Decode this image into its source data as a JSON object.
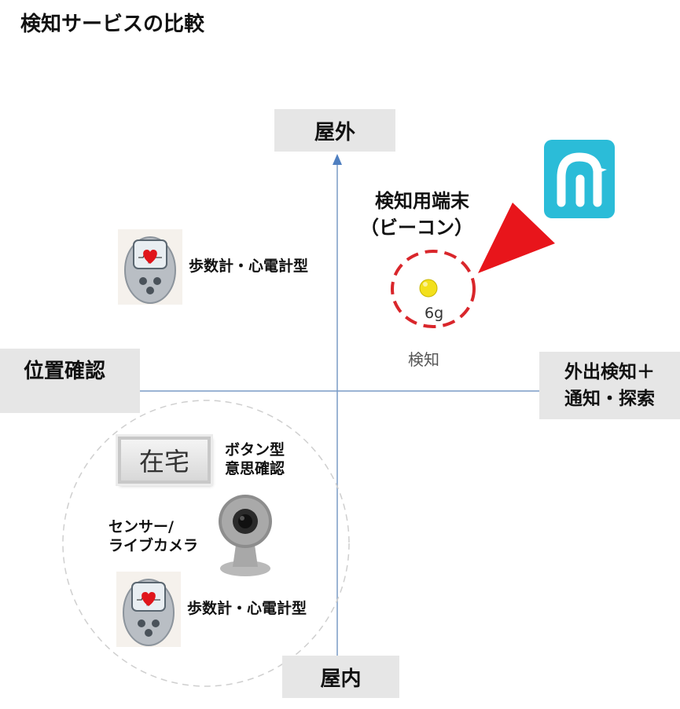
{
  "title": "検知サービスの比較",
  "axes": {
    "top": "屋外",
    "bottom": "屋内",
    "left": "位置確認",
    "right_line1": "外出検知＋",
    "right_line2": "通知・探索"
  },
  "beacon": {
    "title_line1": "検知用端末",
    "title_line2": "（ビーコン）",
    "weight": "6g",
    "caption": "検知"
  },
  "items": {
    "pedometer_top": "歩数計・心電計型",
    "button_label": "在宅",
    "button_type_line1": "ボタン型",
    "button_type_line2": "意思確認",
    "sensor_line1": "センサー/",
    "sensor_line2": "ライブカメラ",
    "pedometer_bottom": "歩数計・心電計型"
  },
  "colors": {
    "axis_line": "#7a9cc6",
    "dashed_circle": "#d9262b",
    "arrow": "#e8151b",
    "app_icon": "#2bbcd8",
    "beacon": "#f3e01c"
  },
  "icons": [
    "pedometer-icon",
    "webcam-icon",
    "app-logo-icon",
    "beacon-device-icon"
  ]
}
